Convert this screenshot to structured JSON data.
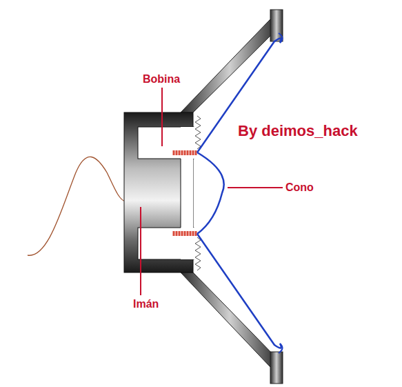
{
  "diagram": {
    "labels": [
      "Bobina",
      "Cono",
      "Imán",
      "By deimos_hack"
    ]
  }
}
